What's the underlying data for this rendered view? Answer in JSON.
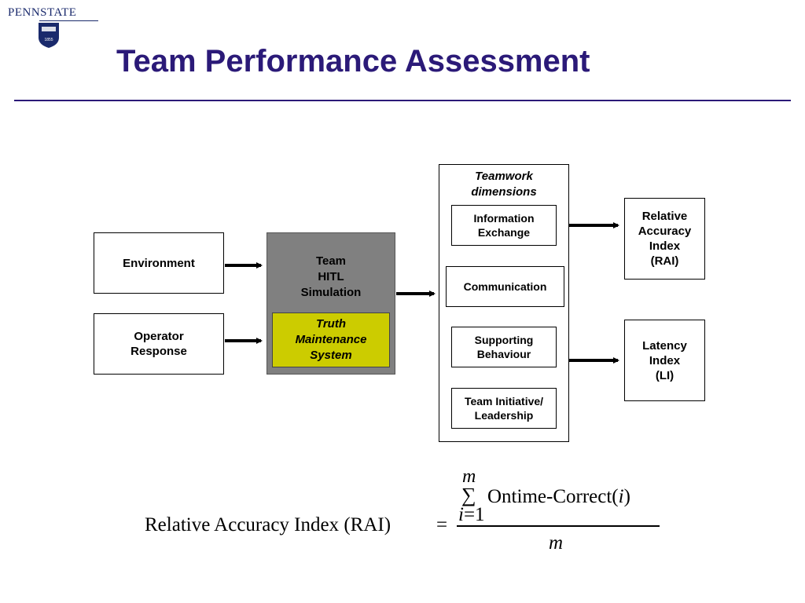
{
  "logo": {
    "text": "PENNSTATE",
    "year": "1855"
  },
  "title": "Team Performance Assessment",
  "diagram": {
    "environment": "Environment",
    "operator_response": "Operator\nResponse",
    "simulation": "Team\nHITL\nSimulation",
    "truth_maintenance": "Truth\nMaintenance\nSystem",
    "teamwork_title": "Teamwork\ndimensions",
    "dimensions": [
      "Information\nExchange",
      "Communication",
      "Supporting\nBehaviour",
      "Team Initiative/\nLeadership"
    ],
    "rai_box": "Relative\nAccuracy\nIndex\n(RAI)",
    "li_box": "Latency\nIndex\n(LI)"
  },
  "formula": {
    "lhs": "Relative Accuracy Index (RAI)",
    "equals": "=",
    "upper_limit": "m",
    "sigma": "∑",
    "summand": "Ontime-Correct(",
    "summand_var": "i",
    "summand_close": ")",
    "lower_index": "i",
    "lower_eq": "=1",
    "denominator": "m"
  },
  "colors": {
    "title": "#2b1a78",
    "sim_bg": "#808080",
    "truth_bg": "#cccc00"
  }
}
